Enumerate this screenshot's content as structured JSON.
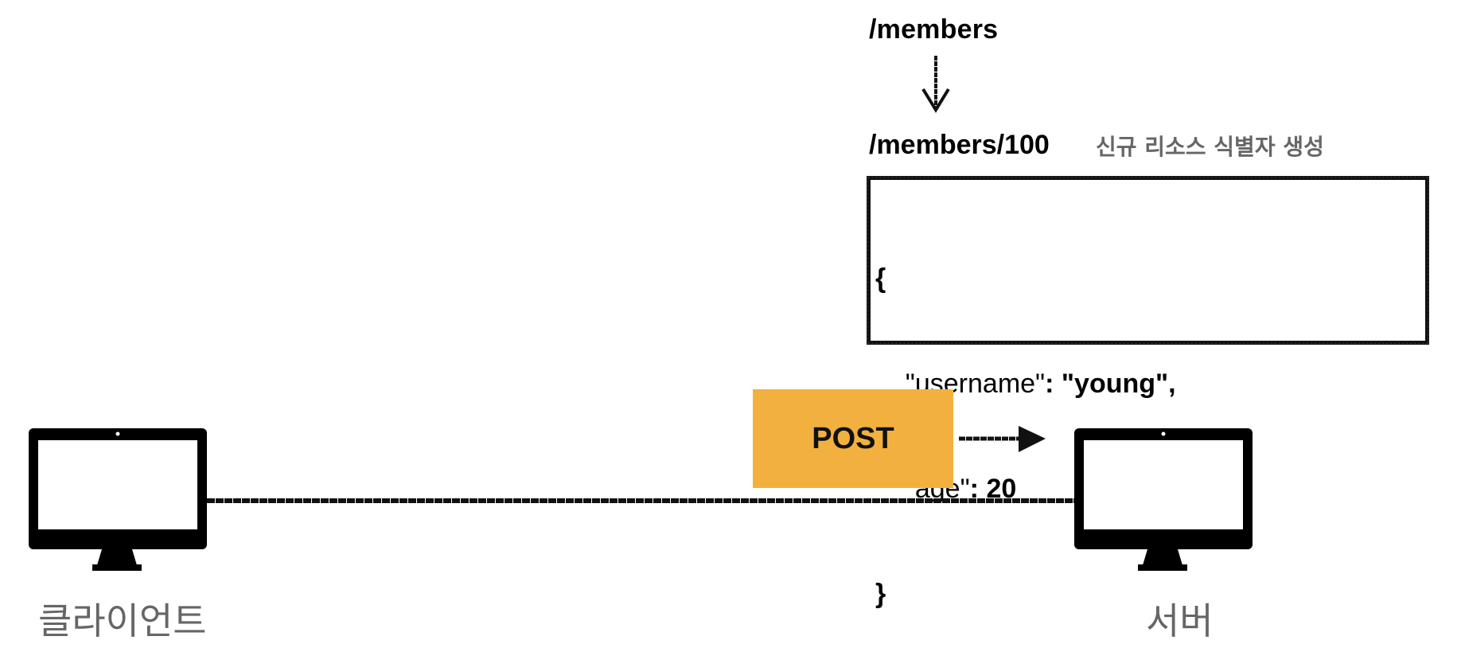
{
  "diagram": {
    "collection_path": "/members",
    "created_path": "/members/100",
    "annotation": "신규 리소스 식별자 생성",
    "json_body": {
      "open": "{",
      "username_key": "\"username\"",
      "username_value": "\"young\"",
      "age_key": "\"age\"",
      "age_value": "20",
      "close": "}"
    },
    "method": "POST",
    "client_label": "클라이언트",
    "server_label": "서버"
  },
  "colors": {
    "method_box": "#F2B13E",
    "label_gray": "#666666",
    "ink": "#000000"
  }
}
